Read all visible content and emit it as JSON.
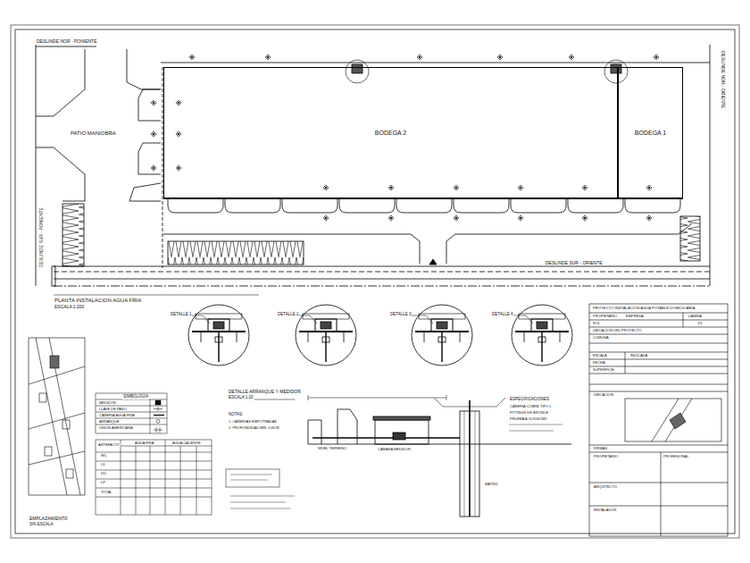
{
  "diagram": {
    "nodes": [
      {
        "text": [
          "BODEGA 2"
        ]
      },
      {
        "text": [
          "BODEGA 1"
        ]
      }
    ],
    "labels": [
      "DESLINDE NOR - PONIENTE",
      "DESLINDE NOR - ORIENTE",
      "DESLINDE SUR - PONIENTE",
      "PATIO MANIOBRA",
      "DESLINDE SUR - ORIENTE",
      "PLANTA INSTALACION AGUA FRIA",
      "ESCALA 1:200",
      "DETALLE 1",
      "DETALLE 2",
      "DETALLE 3",
      "DETALLE 4",
      "EMPLAZAMIENTO",
      "SIN ESCALA",
      "SIMBOLOGIA",
      "MEDIDOR",
      "LLAVE DE PASO",
      "CAÑERIA AGUA FRIA",
      "ARRANQUE",
      "UNION AMERICANA",
      "ARTEFACTO",
      "AGUA FRIA",
      "AGUA CALIENTE",
      "WC",
      "LV",
      "DU",
      "LP",
      "TOTAL",
      "DETALLE ARRANQUE Y MEDIDOR",
      "ESCALA 1:20",
      "NIVEL TERRENO",
      "CAMARA MEDIDOR",
      "MATRIZ",
      "ESPECIFICACIONES",
      "CAÑERIA COBRE TIPO L",
      "FITTINGS DE BRONCE",
      "PRUEBA A 10 KG/CM2",
      "NOTAS",
      "1. CAÑERIAS EMPOTRADAS",
      "2. PROFUNDIDAD MIN. 0,60 M",
      "PROYECTO INSTALACION AGUA POTABLE DOMICILIARIA",
      "PROPIETARIO",
      "EMPRESA",
      "LAMINA",
      "ROL",
      "1/1",
      "UBICACION DEL PROYECTO",
      "COMUNA",
      "ESCALA",
      "INDICADA",
      "FECHA",
      "SUPERFICIE",
      "UBICACION",
      "FIRMAS",
      "PROPIETARIO",
      "ARQUITECTO",
      "INSTALADOR",
      "PROFESIONAL"
    ]
  }
}
